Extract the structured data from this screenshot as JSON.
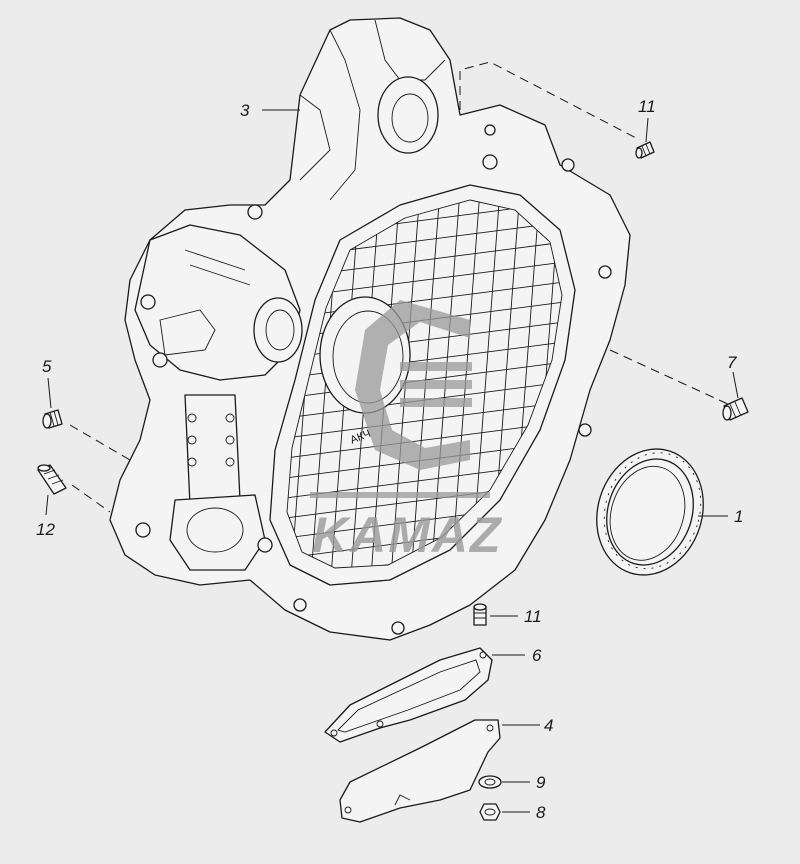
{
  "callouts": {
    "c1": "1",
    "c3": "3",
    "c4": "4",
    "c5": "5",
    "c6": "6",
    "c7": "7",
    "c8": "8",
    "c9": "9",
    "c11a": "11",
    "c11b": "11",
    "c12": "12"
  },
  "casting_mark": "АКЧ",
  "watermark": {
    "brand": "KAMAZ"
  },
  "colors": {
    "background": "#ececec",
    "line": "#1a1a1a",
    "watermark": "#9a9a9a"
  }
}
